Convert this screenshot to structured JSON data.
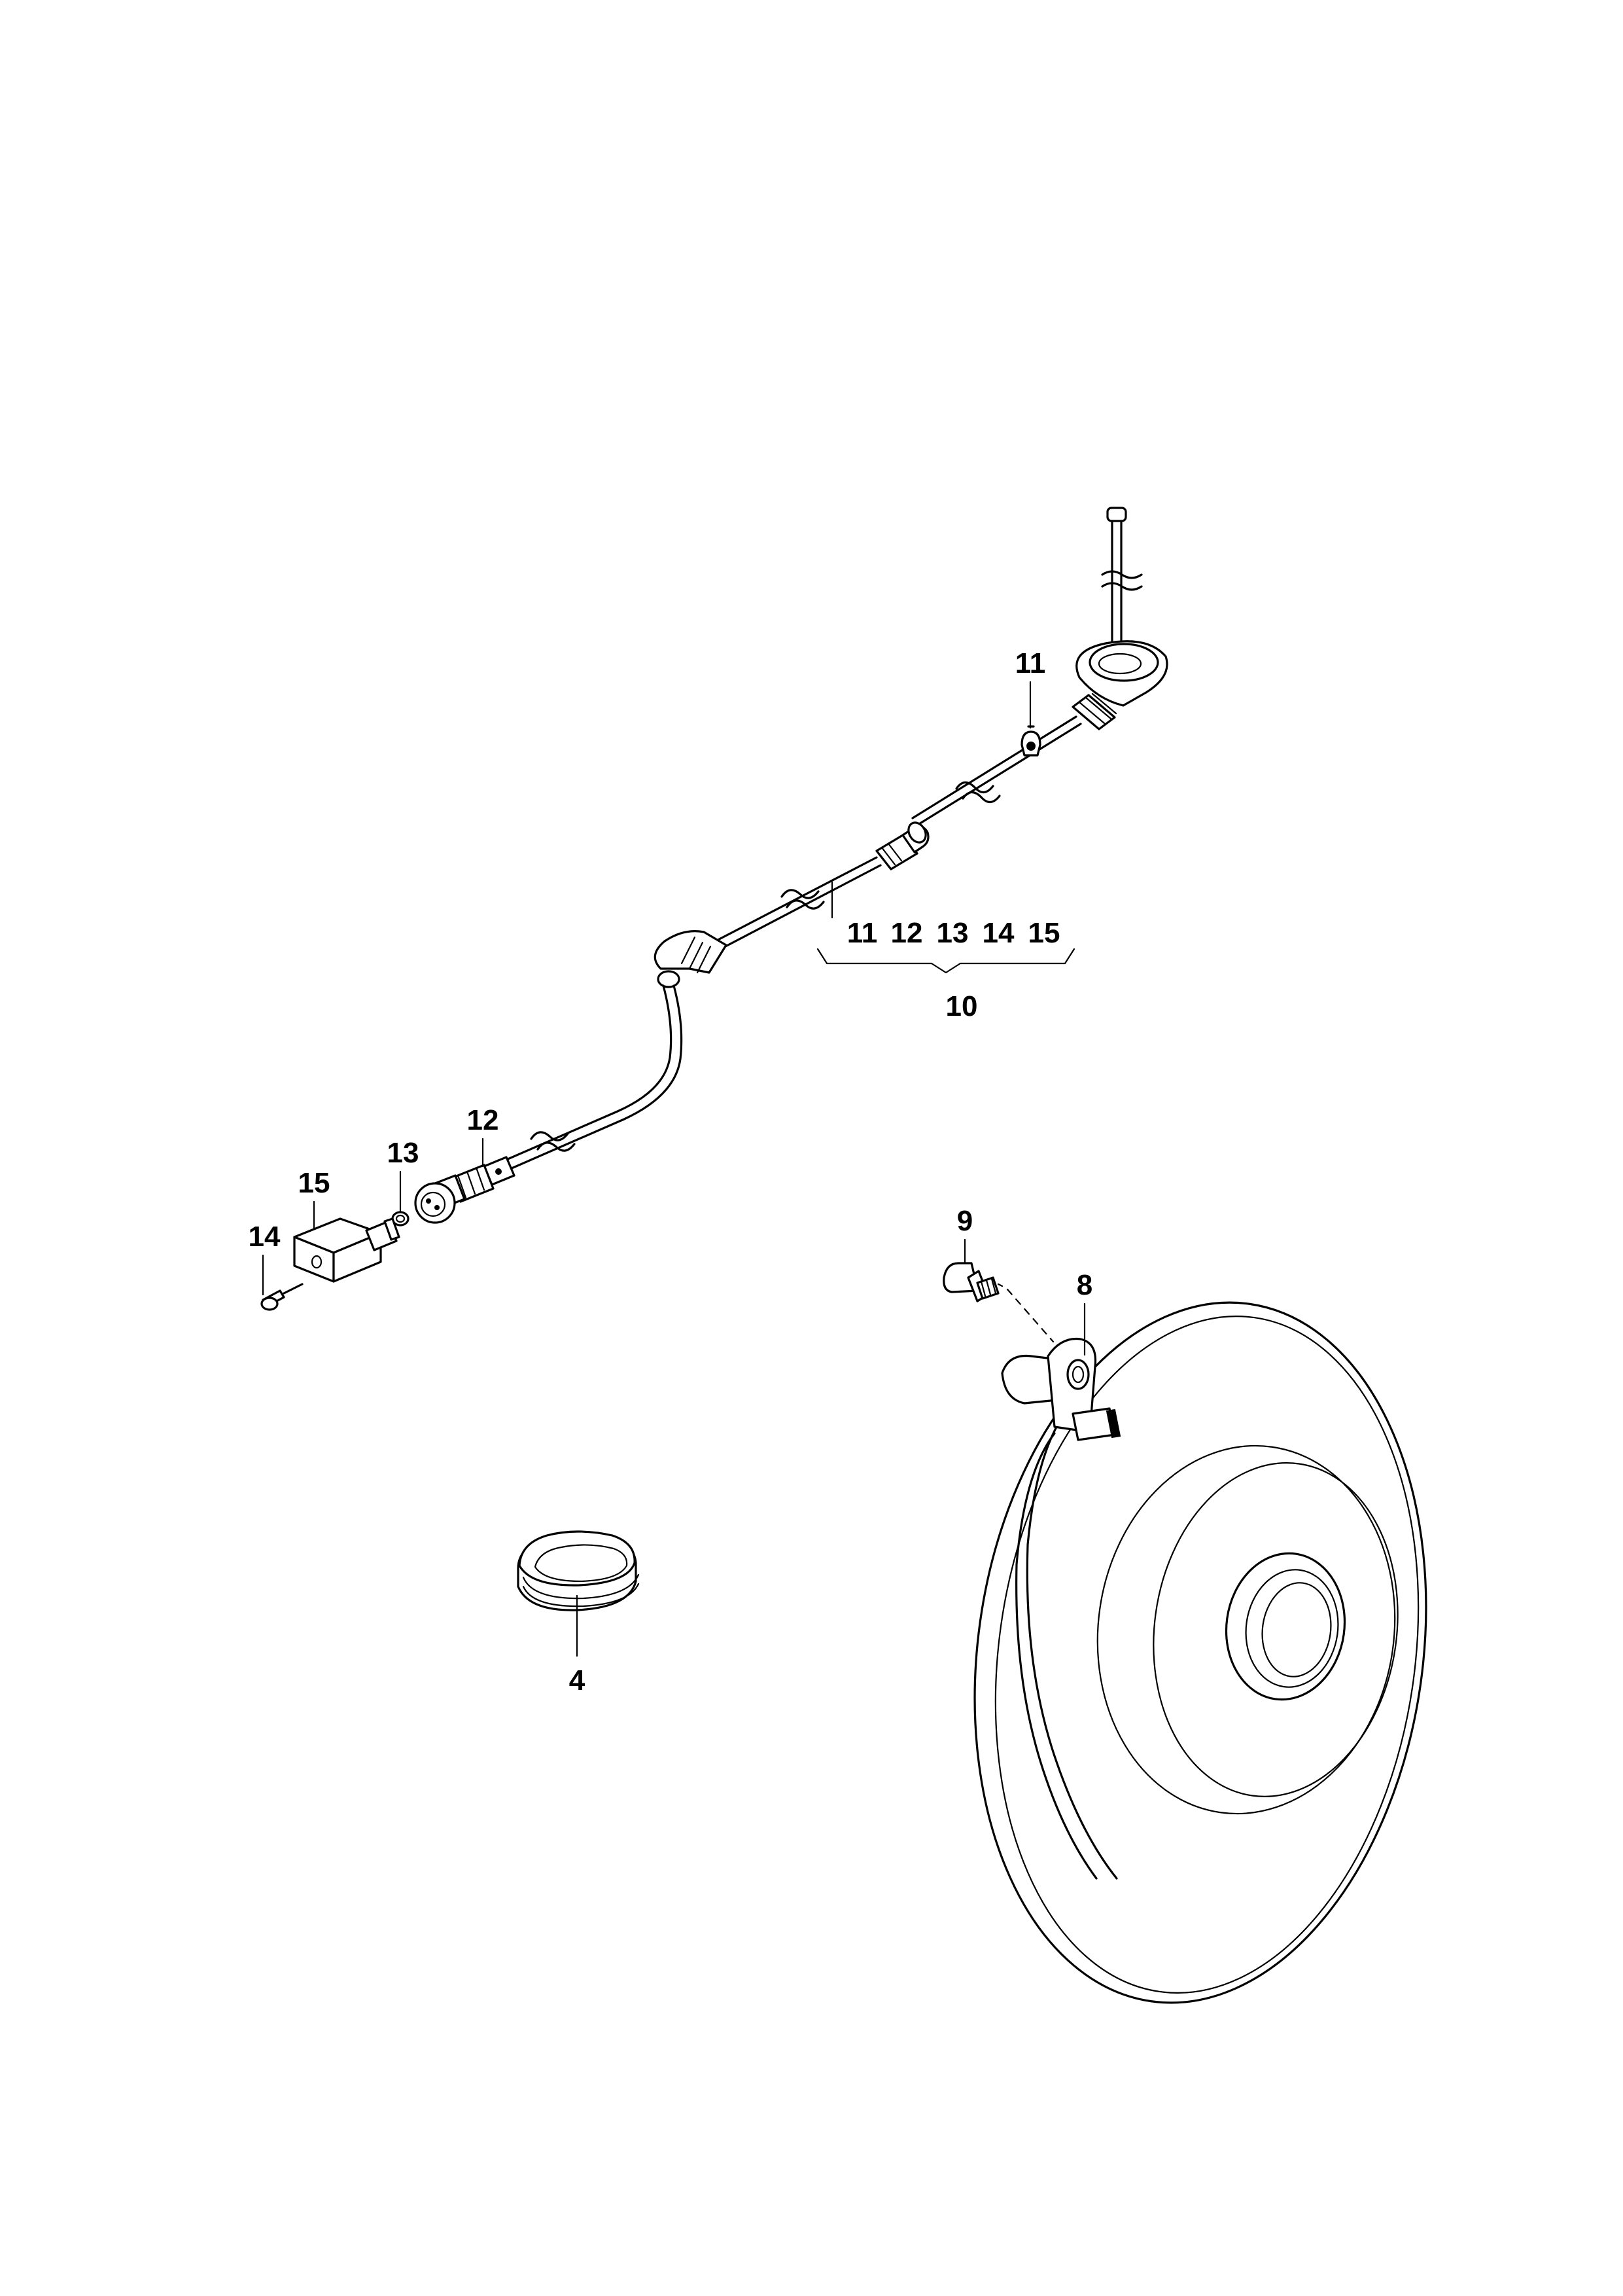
{
  "callouts": {
    "c4": "4",
    "c8": "8",
    "c9": "9",
    "c10": "10",
    "c11": "11",
    "c12": "12",
    "c13": "13",
    "c14": "14",
    "c15": "15"
  },
  "kit": {
    "items": [
      "11",
      "12",
      "13",
      "14",
      "15"
    ]
  }
}
